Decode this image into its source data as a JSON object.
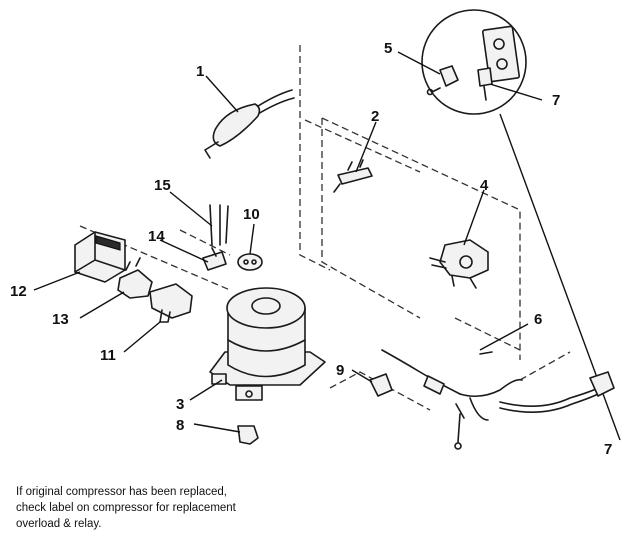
{
  "callouts": {
    "c1": "1",
    "c2": "2",
    "c3": "3",
    "c4": "4",
    "c5": "5",
    "c6": "6",
    "c7a": "7",
    "c7b": "7",
    "c8": "8",
    "c9": "9",
    "c10": "10",
    "c11": "11",
    "c12": "12",
    "c13": "13",
    "c14": "14",
    "c15": "15"
  },
  "note": {
    "line1": "If original compressor has been replaced,",
    "line2": "check label on compressor for replacement",
    "line3": "overload & relay."
  }
}
